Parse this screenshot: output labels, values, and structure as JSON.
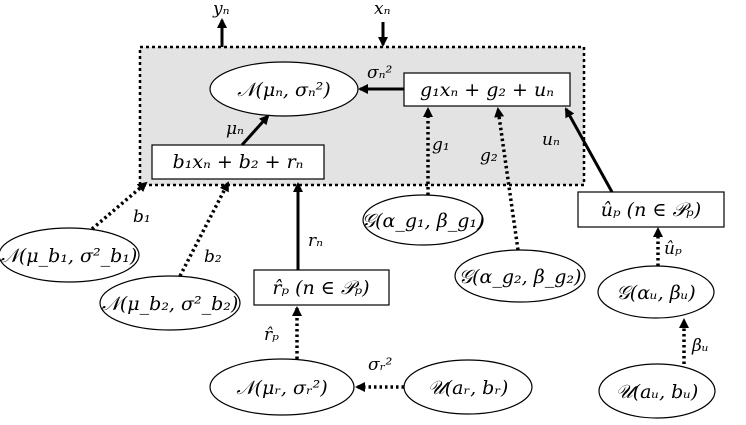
{
  "plate": {
    "input_label": "xₙ",
    "output_label": "yₙ"
  },
  "nodes": {
    "normal_output": "𝒩(μₙ, σₙ²)",
    "noise_var_expr": "g₁xₙ + g₂ + uₙ",
    "mean_expr": "b₁xₙ + b₂ + rₙ",
    "prior_b1": "𝒩(μ_b₁, σ²_b₁)",
    "prior_b2": "𝒩(μ_b₂, σ²_b₂)",
    "gamma_g1": "𝒢(α_g₁, β_g₁)",
    "gamma_g2": "𝒢(α_g₂, β_g₂)",
    "r_hat_plate": "r̂ₚ (n ∈ 𝒫ₚ)",
    "u_hat_plate": "ûₚ (n ∈ 𝒫ₚ)",
    "gamma_u": "𝒢(αᵤ, βᵤ)",
    "normal_r": "𝒩(μᵣ, σᵣ²)",
    "uniform_r": "𝒰(aᵣ, bᵣ)",
    "uniform_u": "𝒰(aᵤ, bᵤ)"
  },
  "edges": {
    "mu_n": "μₙ",
    "sigma_n2": "σₙ²",
    "g1": "g₁",
    "g2": "g₂",
    "u_n": "uₙ",
    "b1": "b₁",
    "b2": "b₂",
    "r_n": "rₙ",
    "r_hat_p": "r̂ₚ",
    "sigma_r2": "σᵣ²",
    "u_hat_p": "ûₚ",
    "beta_u": "βᵤ"
  }
}
